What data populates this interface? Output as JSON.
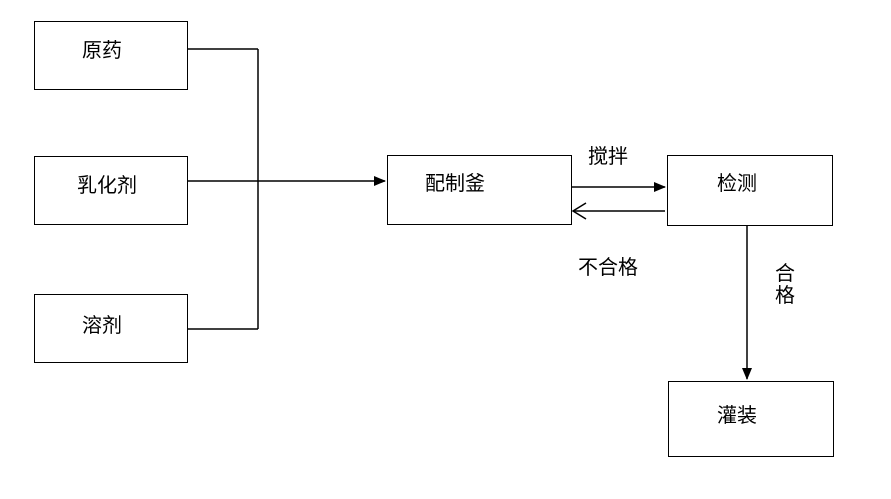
{
  "diagram": {
    "nodes": {
      "yuanyao": "原药",
      "ruhuaji": "乳化剂",
      "rongji": "溶剂",
      "peizhifu": "配制釜",
      "jiance": "检测",
      "guanzhuang": "灌装"
    },
    "edges": {
      "stir": "搅拌",
      "fail": "不合格",
      "pass_line1": "合",
      "pass_line2": "格"
    },
    "colors": {
      "stroke": "#000000",
      "background": "#ffffff"
    }
  }
}
